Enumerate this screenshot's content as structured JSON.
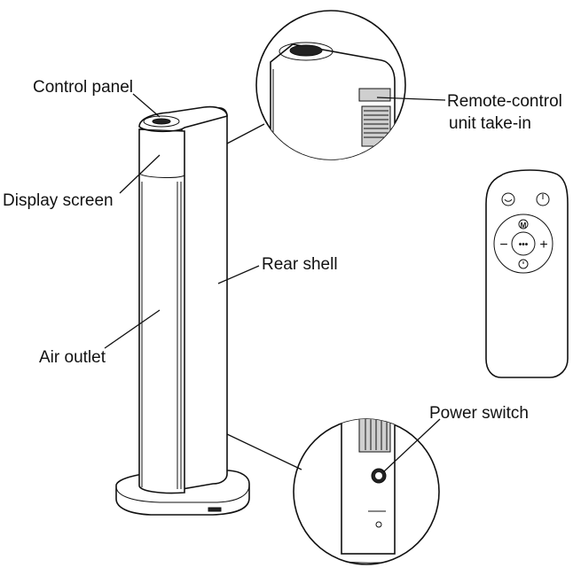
{
  "labels": {
    "control_panel": "Control panel",
    "display_screen": "Display screen",
    "air_outlet": "Air outlet",
    "rear_shell": "Rear shell",
    "remote_take_in_line1": "Remote-control",
    "remote_take_in_line2": "unit take-in",
    "power_switch": "Power switch"
  },
  "remote": {
    "mode_glyph": "M",
    "minus_glyph": "−",
    "plus_glyph": "+",
    "center_glyph": "•••"
  }
}
